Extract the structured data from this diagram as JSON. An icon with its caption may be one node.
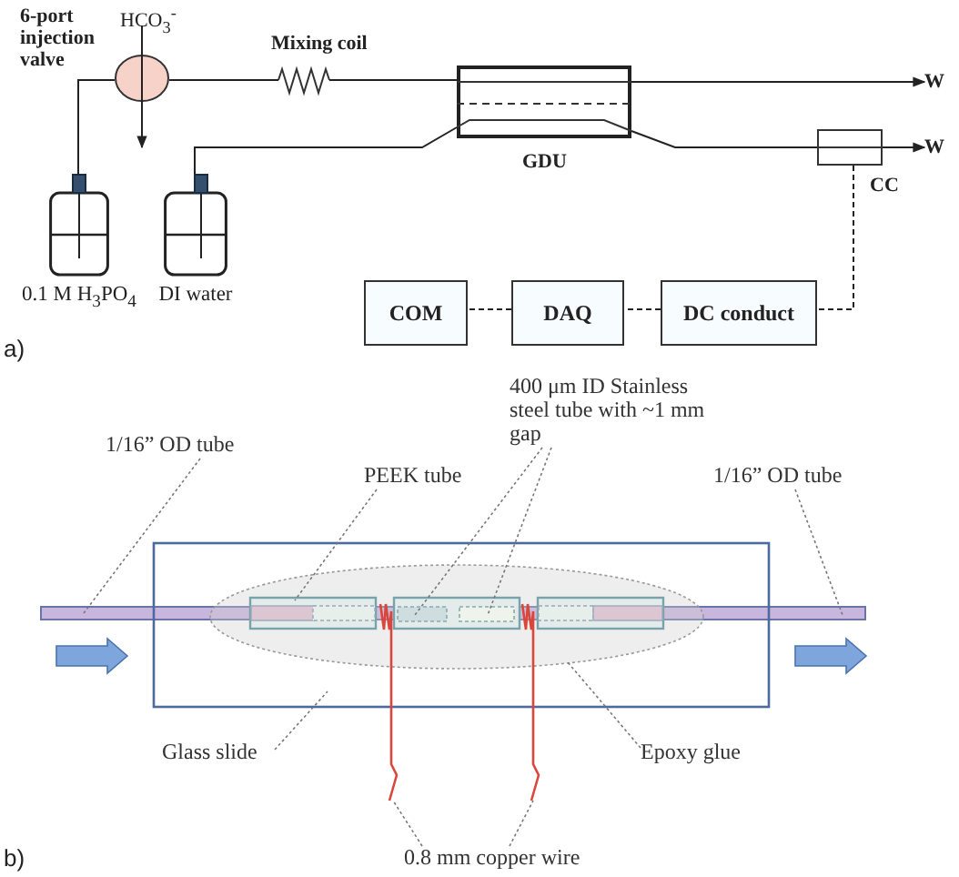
{
  "diagram": {
    "nodes": [
      {
        "text": [
          "6-port injection valve"
        ]
      },
      {
        "text": [
          "HCO$_{3}$$^{-}$"
        ]
      },
      {
        "text": [
          "Mixing coil"
        ]
      },
      {
        "text": [
          "GDU"
        ]
      },
      {
        "text": [
          "W"
        ]
      },
      {
        "text": [
          "CC"
        ]
      },
      {
        "text": [
          "W"
        ]
      },
      {
        "text": [
          "0.1 M H$_{3}$PO$_{4}$"
        ]
      },
      {
        "text": [
          "DI water"
        ]
      },
      {
        "text": [
          "COM"
        ]
      },
      {
        "text": [
          "DAQ"
        ]
      },
      {
        "text": [
          "DC conduct"
        ]
      },
      {
        "text": [],
        "shape": "box"
      },
      {
        "text": [],
        "shape": "bar"
      },
      {
        "text": [],
        "shape": "ellipse",
        "in": 12
      },
      {
        "text": [],
        "shape": "box",
        "in": 14
      },
      {
        "text": [],
        "shape": "box",
        "in": 14
      },
      {
        "text": [],
        "shape": "box",
        "in": 14
      },
      {
        "text": [],
        "shape": "box"
      },
      {
        "text": [],
        "shape": "box"
      },
      {
        "text": [],
        "shape": "wire"
      },
      {
        "text": [],
        "shape": "wire"
      },
      {
        "text": [
          "1/16” OD tube"
        ]
      },
      {
        "text": [
          "PEEK tube"
        ]
      },
      {
        "text": [
          "400 μm ID Stainless steel tube with ~1 mm gap"
        ]
      },
      {
        "text": [
          "1/16” OD tube"
        ]
      },
      {
        "text": [
          "Glass slide"
        ]
      },
      {
        "text": [
          "Epoxy glue"
        ]
      },
      {
        "text": [
          "0.8 mm copper wire"
        ]
      }
    ],
    "edges": [
      {
        "from": 0,
        "to": 2,
        "arrow": "none"
      },
      {
        "from": 2,
        "to": 3,
        "arrow": "none"
      },
      {
        "from": 3,
        "to": 4,
        "arrow": "to"
      },
      {
        "from": 7,
        "to": 0,
        "arrow": "none"
      },
      {
        "from": 8,
        "to": 3,
        "arrow": "none"
      },
      {
        "from": 3,
        "to": 5,
        "arrow": "none"
      },
      {
        "from": 5,
        "to": 6,
        "arrow": "to"
      },
      {
        "from": 5,
        "to": 11,
        "arrow": "none",
        "style": "dashed"
      },
      {
        "from": 11,
        "to": 10,
        "arrow": "none",
        "style": "dashed"
      },
      {
        "from": 10,
        "to": 9,
        "arrow": "none",
        "style": "dashed"
      },
      {
        "from": 1,
        "to": null,
        "arrow": "to"
      },
      {
        "from": 22,
        "to": 13,
        "arrow": "none",
        "style": "dashed",
        "color": "#777777"
      },
      {
        "from": 23,
        "to": 15,
        "arrow": "none",
        "style": "dashed",
        "color": "#777777"
      },
      {
        "from": 24,
        "to": 18,
        "arrow": "none",
        "style": "dashed",
        "color": "#777777"
      },
      {
        "from": 24,
        "to": 19,
        "arrow": "none",
        "style": "dashed",
        "color": "#777777"
      },
      {
        "from": 25,
        "to": 13,
        "arrow": "none",
        "style": "dashed",
        "color": "#777777"
      },
      {
        "from": 26,
        "to": 12,
        "arrow": "none",
        "style": "dashed",
        "color": "#777777"
      },
      {
        "from": 27,
        "to": 14,
        "arrow": "none",
        "style": "dashed",
        "color": "#777777"
      },
      {
        "from": 28,
        "to": 20,
        "arrow": "none",
        "style": "dashed",
        "color": "#777777"
      },
      {
        "from": 28,
        "to": 21,
        "arrow": "none",
        "style": "dashed",
        "color": "#777777"
      }
    ],
    "labels": [
      "a)",
      "b)"
    ]
  }
}
